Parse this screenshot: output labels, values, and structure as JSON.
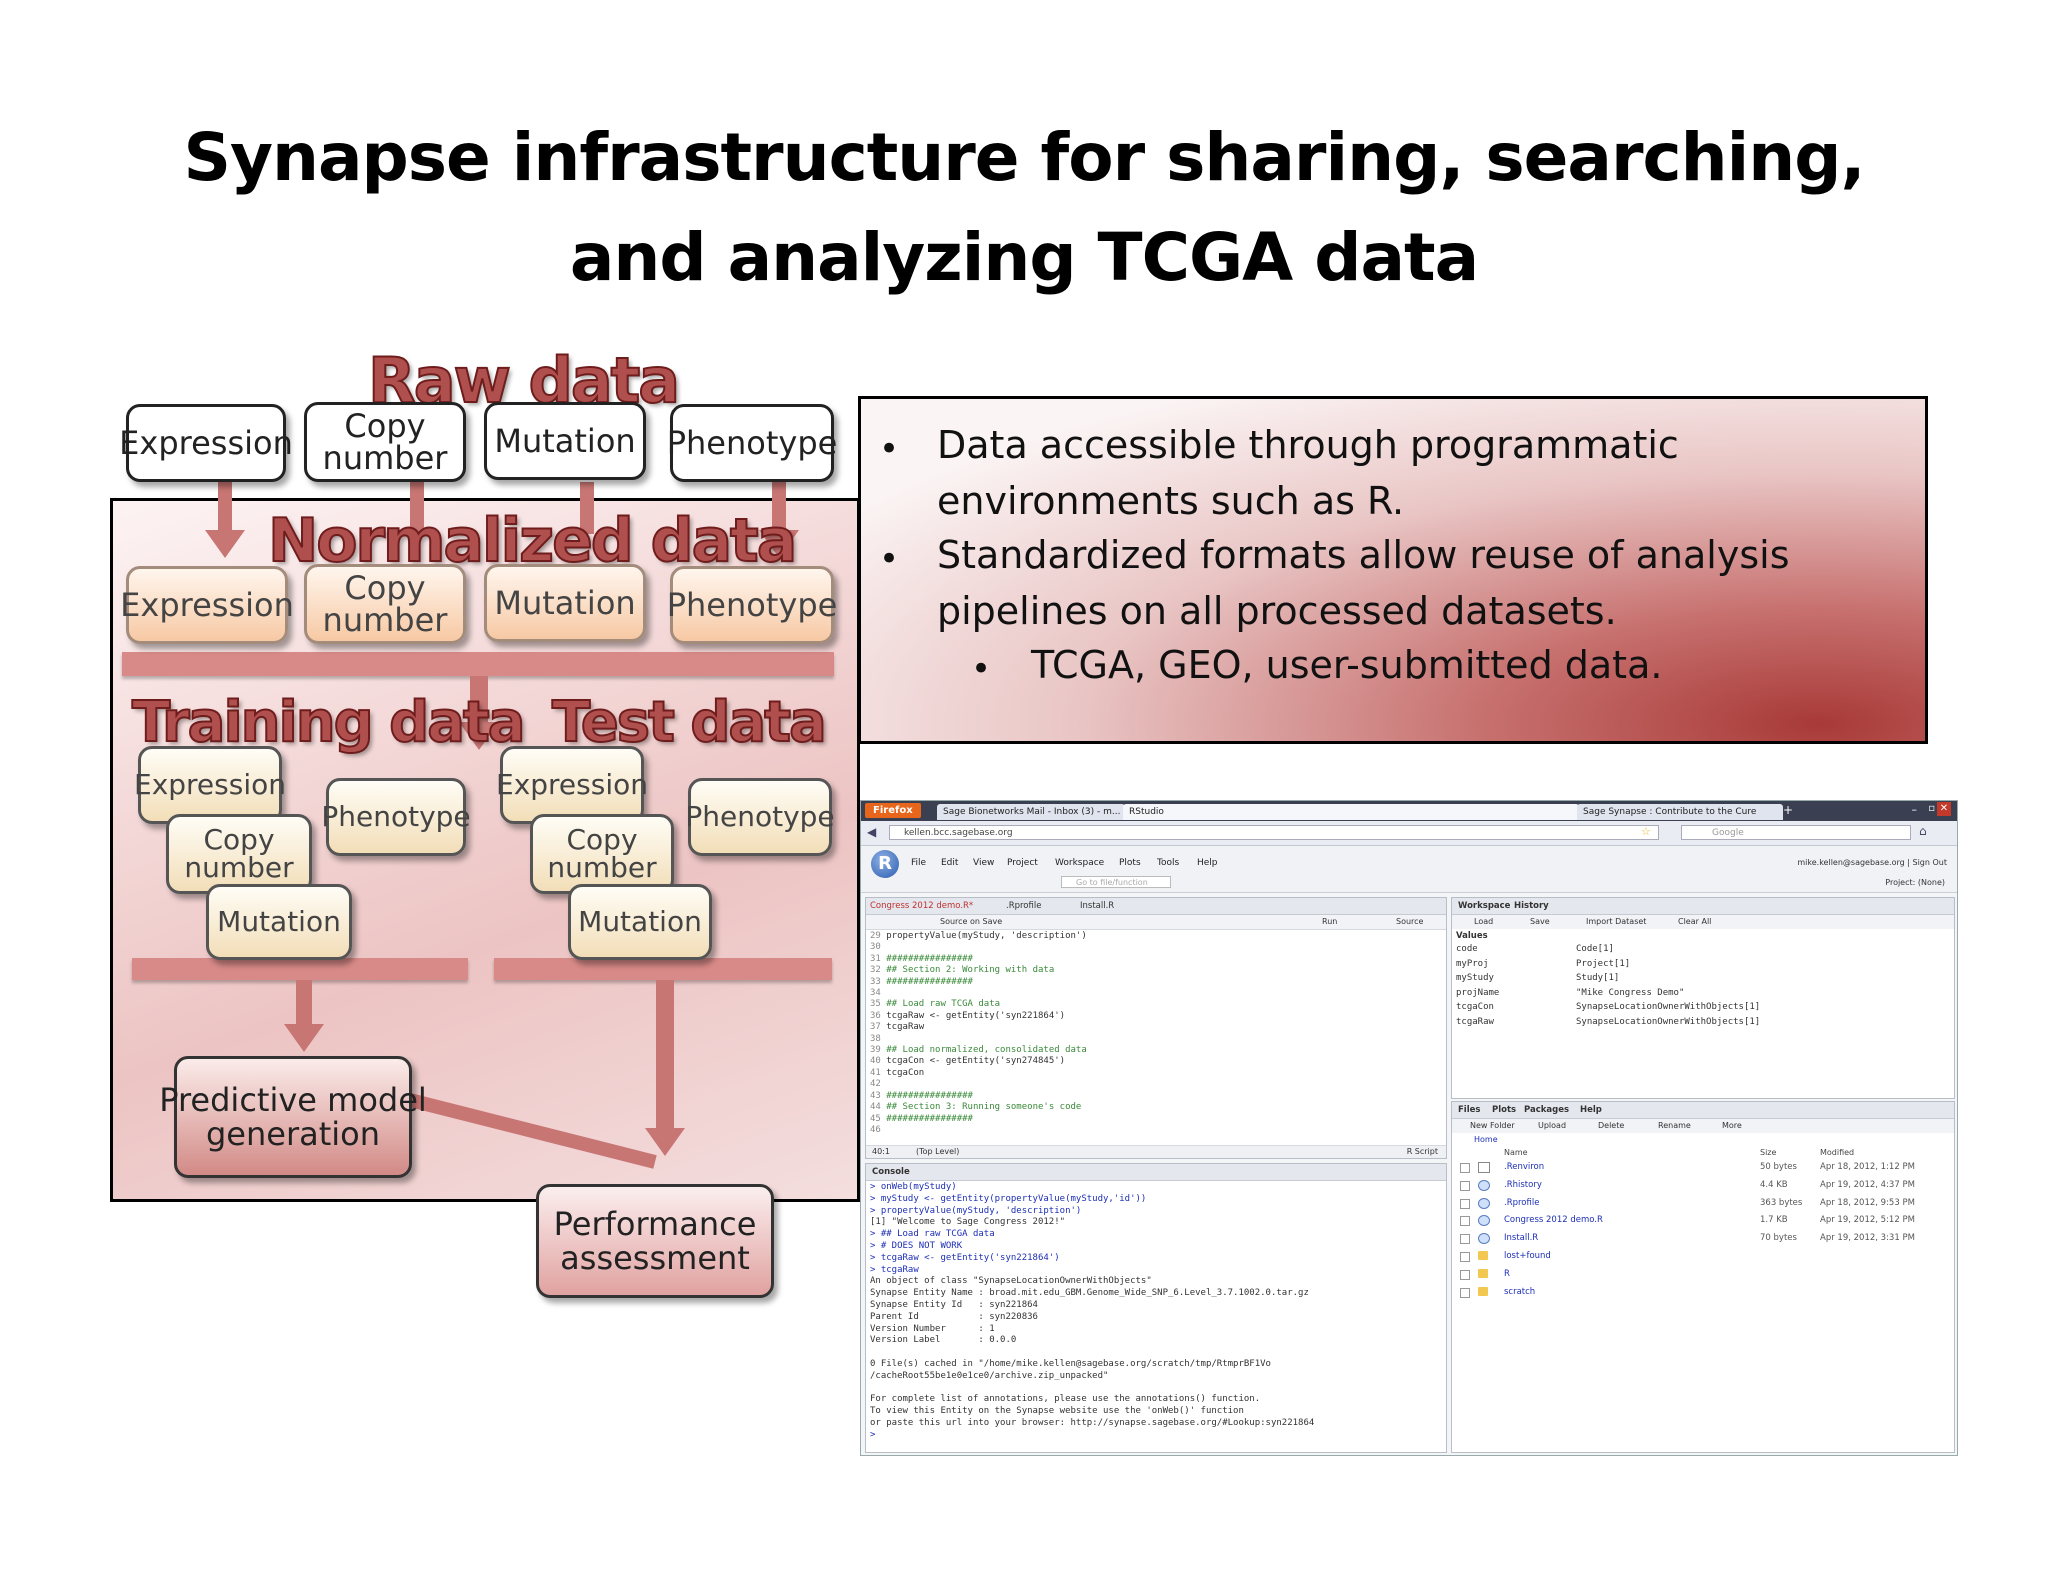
{
  "slide": {
    "title_line1": "Synapse infrastructure for sharing, searching,",
    "title_line2": "and analyzing TCGA data"
  },
  "diagram": {
    "raw_heading": "Raw data",
    "normalized_heading": "Normalized data",
    "training_heading": "Training data",
    "test_heading": "Test data",
    "raw_boxes": [
      "Expression",
      "Copy\nnumber",
      "Mutation",
      "Phenotype"
    ],
    "normalized_boxes": [
      "Expression",
      "Copy\nnumber",
      "Mutation",
      "Phenotype"
    ],
    "training_boxes": {
      "expression": "Expression",
      "copy": "Copy\nnumber",
      "mutation": "Mutation",
      "phenotype": "Phenotype"
    },
    "test_boxes": {
      "expression": "Expression",
      "copy": "Copy\nnumber",
      "mutation": "Mutation",
      "phenotype": "Phenotype"
    },
    "model_box": "Predictive model\ngeneration",
    "performance_box": "Performance\nassessment"
  },
  "bullets": {
    "b1_line1": "Data accessible through programmatic",
    "b1_line2": "environments such as R.",
    "b2_line1": "Standardized formats allow reuse of analysis",
    "b2_line2": "pipelines on all processed datasets.",
    "sub1": "TCGA, GEO, user-submitted data.",
    "bullet_char": "•"
  },
  "rstudio": {
    "firefox_label": "Firefox",
    "browser_tabs": [
      "Sage Bionetworks Mail - Inbox (3) - m...",
      "RStudio",
      "Sage Synapse : Contribute to the Cure"
    ],
    "url": "kellen.bcc.sagebase.org",
    "search_placeholder": "Google",
    "menu": [
      "File",
      "Edit",
      "View",
      "Project",
      "Workspace",
      "Plots",
      "Tools",
      "Help"
    ],
    "user": "mike.kellen@sagebase.org | Sign Out",
    "project": "Project: (None)",
    "goto_placeholder": "Go to file/function",
    "editor_tabs": [
      "Congress 2012 demo.R*",
      ".Rprofile",
      "Install.R"
    ],
    "editor_toolbar": {
      "source_on_save": "Source on Save",
      "run": "Run",
      "source": "Source"
    },
    "editor_lines": [
      {
        "n": "29",
        "t": "propertyValue(myStudy, 'description')",
        "c": ""
      },
      {
        "n": "30",
        "t": "",
        "c": ""
      },
      {
        "n": "31",
        "t": "################",
        "c": "cm"
      },
      {
        "n": "32",
        "t": "## Section 2: Working with data",
        "c": "cm"
      },
      {
        "n": "33",
        "t": "################",
        "c": "cm"
      },
      {
        "n": "34",
        "t": "",
        "c": ""
      },
      {
        "n": "35",
        "t": "## Load raw TCGA data",
        "c": "cm"
      },
      {
        "n": "36",
        "t": "tcgaRaw <- getEntity('syn221864')",
        "c": ""
      },
      {
        "n": "37",
        "t": "tcgaRaw",
        "c": ""
      },
      {
        "n": "38",
        "t": "",
        "c": ""
      },
      {
        "n": "39",
        "t": "## Load normalized, consolidated data",
        "c": "cm"
      },
      {
        "n": "40",
        "t": "tcgaCon <- getEntity('syn274845')",
        "c": ""
      },
      {
        "n": "41",
        "t": "tcgaCon",
        "c": ""
      },
      {
        "n": "42",
        "t": "",
        "c": ""
      },
      {
        "n": "43",
        "t": "################",
        "c": "cm"
      },
      {
        "n": "44",
        "t": "## Section 3: Running someone's code",
        "c": "cm"
      },
      {
        "n": "45",
        "t": "################",
        "c": "cm"
      },
      {
        "n": "46",
        "t": "",
        "c": ""
      }
    ],
    "editor_status": {
      "pos": "40:1",
      "scope": "(Top Level)",
      "type": "R Script"
    },
    "console_title": "Console",
    "console_lines": [
      {
        "t": "> onWeb(myStudy)",
        "c": "bl2"
      },
      {
        "t": "> myStudy <- getEntity(propertyValue(myStudy,'id'))",
        "c": "bl2"
      },
      {
        "t": "> propertyValue(myStudy, 'description')",
        "c": "bl2"
      },
      {
        "t": "[1] \"Welcome to Sage Congress 2012!\"",
        "c": ""
      },
      {
        "t": "> ## Load raw TCGA data",
        "c": "bl2"
      },
      {
        "t": "> # DOES NOT WORK",
        "c": "bl2"
      },
      {
        "t": "> tcgaRaw <- getEntity('syn221864')",
        "c": "bl2"
      },
      {
        "t": "> tcgaRaw",
        "c": "bl2"
      },
      {
        "t": "An object of class \"SynapseLocationOwnerWithObjects\"",
        "c": ""
      },
      {
        "t": "Synapse Entity Name : broad.mit.edu_GBM.Genome_Wide_SNP_6.Level_3.7.1002.0.tar.gz",
        "c": ""
      },
      {
        "t": "Synapse Entity Id   : syn221864",
        "c": ""
      },
      {
        "t": "Parent Id           : syn220836",
        "c": ""
      },
      {
        "t": "Version Number      : 1",
        "c": ""
      },
      {
        "t": "Version Label       : 0.0.0",
        "c": ""
      },
      {
        "t": "",
        "c": ""
      },
      {
        "t": "0 File(s) cached in \"/home/mike.kellen@sagebase.org/scratch/tmp/RtmprBF1Vo",
        "c": ""
      },
      {
        "t": "/cacheRoot55be1e0e1ce0/archive.zip_unpacked\"",
        "c": ""
      },
      {
        "t": "",
        "c": ""
      },
      {
        "t": "For complete list of annotations, please use the annotations() function.",
        "c": ""
      },
      {
        "t": "To view this Entity on the Synapse website use the 'onWeb()' function",
        "c": ""
      },
      {
        "t": "or paste this url into your browser: http://synapse.sagebase.org/#Lookup:syn221864",
        "c": ""
      },
      {
        "t": ">",
        "c": "bl2"
      }
    ],
    "workspace_tabs": [
      "Workspace",
      "History"
    ],
    "workspace_toolbar": [
      "Load",
      "Save",
      "Import Dataset",
      "Clear All"
    ],
    "workspace_section": "Values",
    "workspace_rows": [
      {
        "name": "code",
        "value": "Code[1]"
      },
      {
        "name": "myProj",
        "value": "Project[1]"
      },
      {
        "name": "myStudy",
        "value": "Study[1]"
      },
      {
        "name": "projName",
        "value": "\"Mike Congress Demo\""
      },
      {
        "name": "tcgaCon",
        "value": "SynapseLocationOwnerWithObjects[1]"
      },
      {
        "name": "tcgaRaw",
        "value": "SynapseLocationOwnerWithObjects[1]"
      }
    ],
    "files_tabs": [
      "Files",
      "Plots",
      "Packages",
      "Help"
    ],
    "files_toolbar": [
      "New Folder",
      "Upload",
      "Delete",
      "Rename",
      "More"
    ],
    "files_home": "Home",
    "files_headers": {
      "name": "Name",
      "size": "Size",
      "modified": "Modified"
    },
    "files": [
      {
        "name": ".Renviron",
        "size": "50 bytes",
        "modified": "Apr 18, 2012, 1:12 PM",
        "icon": "doc"
      },
      {
        "name": ".Rhistory",
        "size": "4.4 KB",
        "modified": "Apr 19, 2012, 4:37 PM",
        "icon": "r"
      },
      {
        "name": ".Rprofile",
        "size": "363 bytes",
        "modified": "Apr 18, 2012, 9:53 PM",
        "icon": "r"
      },
      {
        "name": "Congress 2012 demo.R",
        "size": "1.7 KB",
        "modified": "Apr 19, 2012, 5:12 PM",
        "icon": "r"
      },
      {
        "name": "Install.R",
        "size": "70 bytes",
        "modified": "Apr 19, 2012, 3:31 PM",
        "icon": "r"
      },
      {
        "name": "lost+found",
        "size": "",
        "modified": "",
        "icon": "folder"
      },
      {
        "name": "R",
        "size": "",
        "modified": "",
        "icon": "folder"
      },
      {
        "name": "scratch",
        "size": "",
        "modified": "",
        "icon": "folder"
      }
    ]
  }
}
